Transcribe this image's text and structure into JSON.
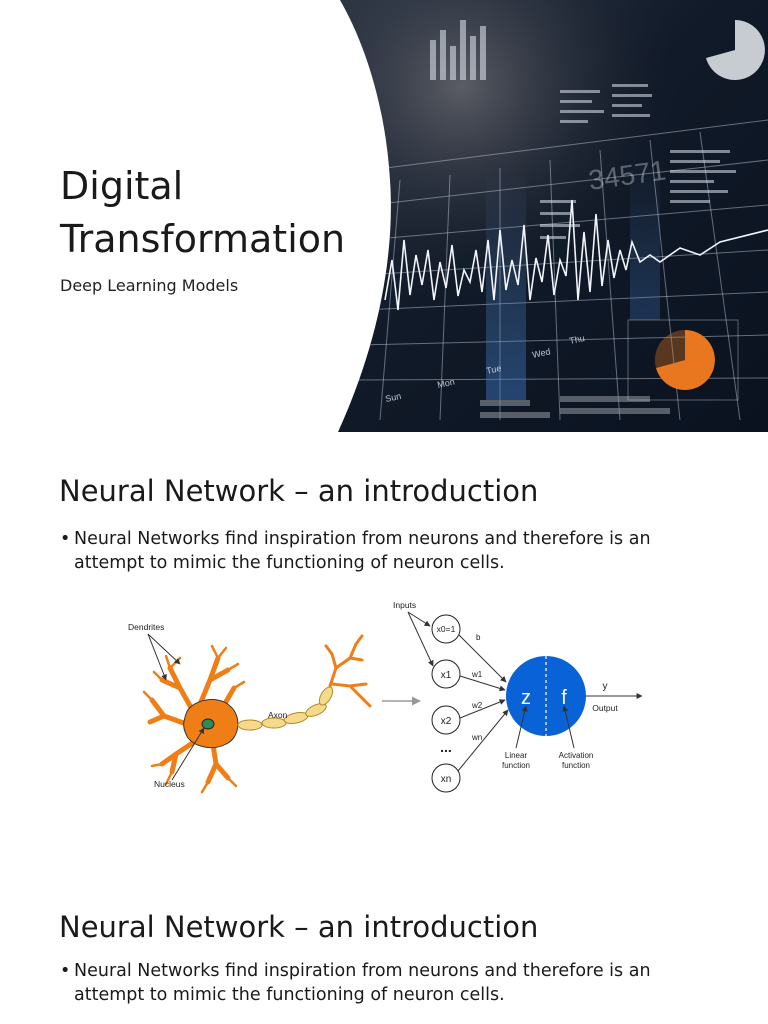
{
  "slide1": {
    "title_line1": "Digital",
    "title_line2": "Transformation",
    "subtitle": "Deep Learning Models",
    "hero_image": {
      "description_icon": "data-dashboard-image",
      "axis_days": [
        "Sun",
        "Mon",
        "Tue",
        "Wed",
        "Thu"
      ],
      "overlay_number": "34571",
      "accent_color": "#e8771f",
      "background_color": "#0c1524"
    }
  },
  "slide2": {
    "title": "Neural Network – an introduction",
    "bullet": "Neural Networks find inspiration from neurons and therefore is an attempt to mimic the functioning of neuron cells."
  },
  "diagram": {
    "neuron": {
      "dendrites": "Dendrites",
      "axon": "Axon",
      "nucleus": "Nucleus",
      "cell_color": "#f07e17"
    },
    "network": {
      "inputs_label": "Inputs",
      "nodes": [
        "x0=1",
        "x1",
        "x2",
        "xn"
      ],
      "ellipsis": "...",
      "weights": [
        "b",
        "w1",
        "w2",
        "wn"
      ],
      "z": "z",
      "f": "f",
      "y": "y",
      "output": "Output",
      "linear_line1": "Linear",
      "linear_line2": "function",
      "activation_line1": "Activation",
      "activation_line2": "function",
      "node_color": "#0a63d6"
    }
  },
  "slide3": {
    "title": "Neural Network – an introduction",
    "bullet": "Neural Networks find inspiration from neurons and therefore is an attempt to mimic the functioning of neuron cells."
  }
}
